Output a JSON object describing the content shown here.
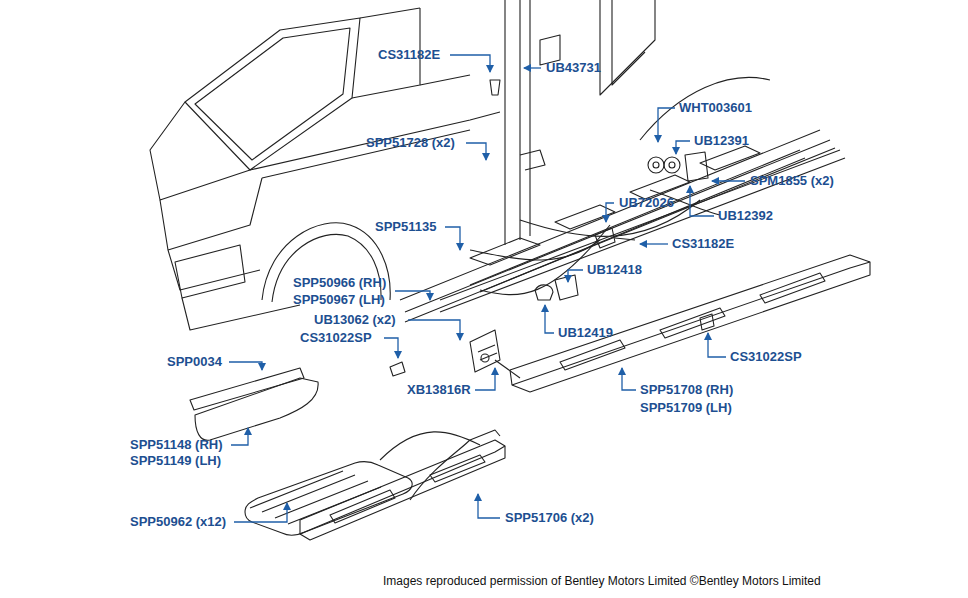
{
  "diagram": {
    "labels": [
      "CS31182E",
      "UB43731",
      "WHT003601",
      "UB12391",
      "SPP51728 (x2)",
      "SPM1855 (x2)",
      "UB12392",
      "UB72026",
      "SPP51135",
      "CS31182E",
      "UB12418",
      "SPP50966 (RH)",
      "SPP50967 (LH)",
      "UB13062 (x2)",
      "CS31022SP",
      "UB12419",
      "CS31022SP",
      "SPP0034",
      "XB13816R",
      "SPP51708 (RH)",
      "SPP51709 (LH)",
      "SPP51148 (RH)",
      "SPP51149 (LH)",
      "SPP50962 (x12)",
      "SPP51706 (x2)",
      "Images reproduced permission of Bentley Motors Limited ©Bentley Motors Limited"
    ]
  }
}
